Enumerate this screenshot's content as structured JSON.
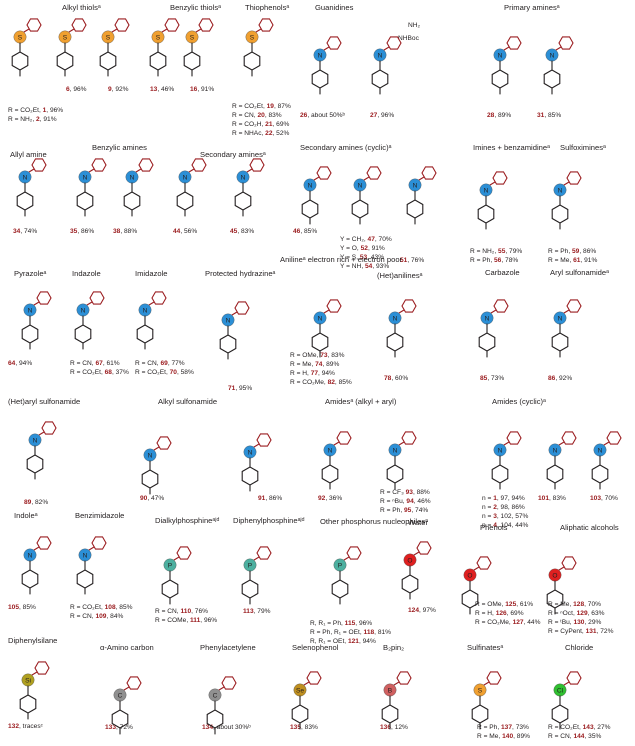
{
  "colors": {
    "text": "#231f20",
    "scaffold": "#231f20",
    "added_group": "#9b1d20",
    "compound_number": "#9b1d20",
    "atoms": {
      "S": "#f0a030",
      "N": "#2b8fd6",
      "P": "#4cb0a0",
      "O": "#e02020",
      "Si": "#b0a020",
      "C": "#909090",
      "Se": "#c09020",
      "B": "#d06060",
      "Cl": "#30c030"
    }
  },
  "panels": [
    {
      "title": "Alkyl thiolsᵃ",
      "atom": "S",
      "labels": [
        "R = CO₂Et, 1, 96%",
        "R = NH₂, 2, 91%",
        "6, 96%",
        "9, 92%"
      ]
    },
    {
      "title": "Benzylic thiolsᵃ",
      "atom": "S",
      "labels": [
        "13, 46%",
        "16, 91%"
      ]
    },
    {
      "title": "Thiophenolsᵃ",
      "atom": "S",
      "labels": [
        "R = CO₂Et, 19, 87%",
        "R = CN, 20, 83%",
        "R = CO₂H, 21, 69%",
        "R = NHAc, 22, 52%"
      ]
    },
    {
      "title": "Guanidines",
      "atom": "N",
      "labels": [
        "26, about 50%ᵇ",
        "27, 96%",
        "NHBoc",
        "NH₂"
      ]
    },
    {
      "title": "Primary aminesᵃ",
      "atom": "N",
      "labels": [
        "28, 89%",
        "31, 85%"
      ]
    },
    {
      "title": "Allyl amine",
      "atom": "N",
      "labels": [
        "34, 74%"
      ]
    },
    {
      "title": "Benzylic amines",
      "atom": "N",
      "labels": [
        "35, 86%",
        "38, 88%"
      ]
    },
    {
      "title": "Secondary aminesᵃ",
      "atom": "N",
      "labels": [
        "44, 56%",
        "45, 83%"
      ]
    },
    {
      "title": "Secondary amines (cyclic)ᵃ",
      "atom": "N",
      "labels": [
        "46, 85%",
        "Y = CH₂, 47, 70%",
        "Y = O, 52, 91%",
        "Y = S, 53, 43%",
        "Y = NH, 54, 93%",
        "51, 76%"
      ]
    },
    {
      "title": "Imines + benzamidineᵃ",
      "atom": "N",
      "labels": [
        "R = NH₂, 55, 79%",
        "R = Ph, 56, 78%"
      ]
    },
    {
      "title": "Sulfoximinesᵃ",
      "atom": "N",
      "labels": [
        "R = Ph, 59, 86%",
        "R = Me, 61, 91%"
      ]
    },
    {
      "title": "Pyrazoleᵃ",
      "atom": "N",
      "labels": [
        "64, 94%"
      ]
    },
    {
      "title": "Indazole",
      "atom": "N",
      "labels": [
        "R = CN, 67, 61%",
        "R = CO₂Et, 68, 37%"
      ]
    },
    {
      "title": "Imidazole",
      "atom": "N",
      "labels": [
        "R = CN, 69, 77%",
        "R = CO₂Et, 70, 58%"
      ]
    },
    {
      "title": "Protected hydrazineᵃ",
      "atom": "N",
      "labels": [
        "71, 95%"
      ]
    },
    {
      "title": "Anilineᵃ electron rich + electron poor",
      "atom": "N",
      "labels": [
        "R = OMe, 73, 83%",
        "R = Me, 74, 89%",
        "R = H, 77, 94%",
        "R = CO₂Me, 82, 85%"
      ]
    },
    {
      "title": "(Het)anilinesᵃ",
      "atom": "N",
      "labels": [
        "78, 60%"
      ]
    },
    {
      "title": "Carbazole",
      "atom": "N",
      "labels": [
        "85, 73%"
      ]
    },
    {
      "title": "Aryl sulfonamideᵃ",
      "atom": "N",
      "labels": [
        "86, 92%"
      ]
    },
    {
      "title": "(Het)aryl sulfonamide",
      "atom": "N",
      "labels": [
        "89, 82%"
      ]
    },
    {
      "title": "Alkyl sulfonamide",
      "atom": "N",
      "labels": [
        "90, 47%"
      ]
    },
    {
      "title": "",
      "atom": "N",
      "labels": [
        "91, 86%"
      ]
    },
    {
      "title": "Amidesᵃ (alkyl + aryl)",
      "atom": "N",
      "labels": [
        "92, 36%",
        "R = CF₃ 93, 88%",
        "R = ⁿBu, 94, 46%",
        "R = Ph, 95, 74%"
      ]
    },
    {
      "title": "Amides (cyclic)ᵃ",
      "atom": "N",
      "labels": [
        "n = 1, 97, 94%",
        "n = 2, 98, 86%",
        "n = 3, 102, 57%",
        "n = 4, 104, 44%",
        "101, 83%",
        "103, 70%"
      ]
    },
    {
      "title": "Indoleᵃ",
      "atom": "N",
      "labels": [
        "105, 85%"
      ]
    },
    {
      "title": "Benzimidazole",
      "atom": "N",
      "labels": [
        "R = CO₂Et, 108, 85%",
        "R = CN, 109, 84%"
      ]
    },
    {
      "title": "Dialkylphosphineᵃʲᵈ",
      "atom": "P",
      "labels": [
        "R = CN, 110, 76%",
        "R = COMe, 111, 96%"
      ]
    },
    {
      "title": "Diphenylphosphineᵃʲᵈ",
      "atom": "P",
      "labels": [
        "113, 79%"
      ]
    },
    {
      "title": "Other phosphorus nucleophilesᵃ",
      "atom": "P",
      "labels": [
        "R, R₁ = Ph, 115, 96%",
        "R = Ph, R₁ = OEt, 118, 81%",
        "R, R₁ = OEt, 121, 94%"
      ]
    },
    {
      "title": "Water",
      "atom": "O",
      "labels": [
        "124, 97%"
      ]
    },
    {
      "title": "Phenols",
      "atom": "O",
      "labels": [
        "R = OMe, 125, 61%",
        "R = H, 126, 69%",
        "R = CO₂Me, 127, 44%"
      ]
    },
    {
      "title": "Aliphatic alcohols",
      "atom": "O",
      "labels": [
        "R = Me, 128, 70%",
        "R = ⁿOct, 129, 63%",
        "R = ᵗBu, 130, 29%",
        "R = CyPent, 131, 72%"
      ]
    },
    {
      "title": "Diphenylsilane",
      "atom": "Si",
      "labels": [
        "132, tracesᶜ"
      ]
    },
    {
      "title": "α-Amino carbon",
      "atom": "C",
      "labels": [
        "133, 72%"
      ]
    },
    {
      "title": "Phenylacetylene",
      "atom": "C",
      "labels": [
        "134, about 30%ᵇ"
      ]
    },
    {
      "title": "Selenophenol",
      "atom": "Se",
      "labels": [
        "135, 83%"
      ]
    },
    {
      "title": "B₂pin₂",
      "atom": "B",
      "labels": [
        "136, 12%"
      ]
    },
    {
      "title": "Sulfinatesᵃ",
      "atom": "S",
      "labels": [
        "R = Ph, 137, 73%",
        "R = Me, 140, 89%"
      ]
    },
    {
      "title": "Chloride",
      "atom": "Cl",
      "labels": [
        "R = CO₂Et, 143, 27%",
        "R = CN, 144, 35%"
      ]
    }
  ]
}
